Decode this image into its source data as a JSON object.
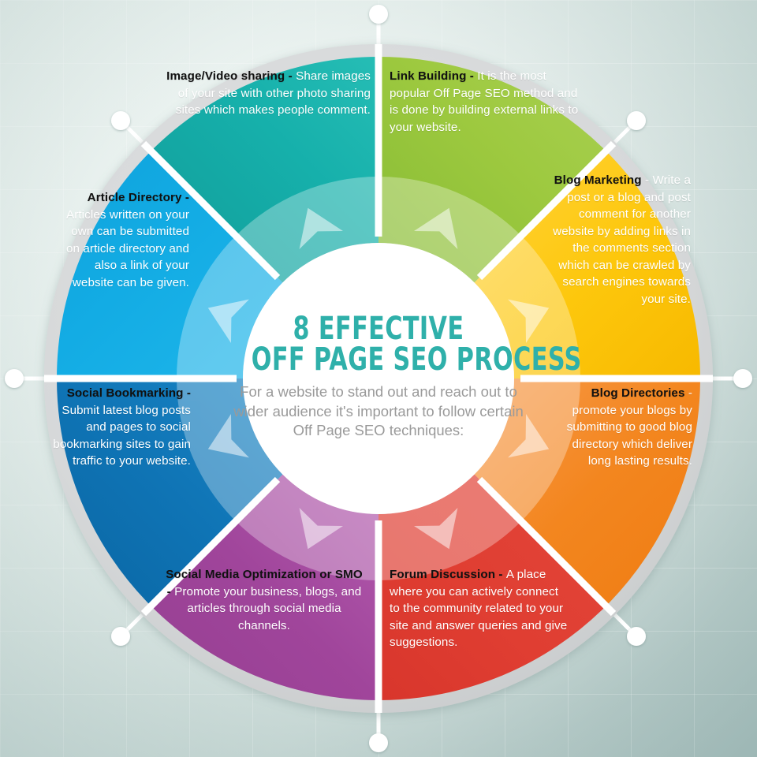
{
  "center": {
    "title_line1": "8 EFFECTIVE",
    "title_line2": "OFF PAGE SEO PROCESS",
    "subtitle": "For a website to stand out and reach out to wider audience it's important to follow certain Off Page SEO techniques:"
  },
  "colors": {
    "teal": "#16b0ab",
    "green": "#9dc93f",
    "yellow": "#fdc70c",
    "orange": "#f3861f",
    "red": "#e03e32",
    "purple": "#a0459b",
    "blue_dark": "#0f74b5",
    "blue_light": "#13ace4",
    "accent_title": "#2fb0aa",
    "ring": "#d4d6d7",
    "divider": "#ffffff",
    "background": "#dfe9e6"
  },
  "segments": [
    {
      "id": "link-building",
      "title": "Link Building - ",
      "body": "It is the most popular Off Page SEO method and is done by building external links to your website.",
      "color": "#9dc93f"
    },
    {
      "id": "blog-marketing",
      "title": "Blog Marketing",
      "body": " - Write a post or a blog and post comment for another website by adding links in the comments section which can be crawled by search engines towards your site.",
      "color": "#fdc70c"
    },
    {
      "id": "blog-directories",
      "title": "Blog Directories",
      "body": " - promote your blogs by submitting to good blog directory which deliver long lasting results.",
      "color": "#f3861f"
    },
    {
      "id": "forum-discussion",
      "title": "Forum Discussion - ",
      "body": "A place where you can actively connect to the community related to your site and answer queries and give suggestions.",
      "color": "#e03e32"
    },
    {
      "id": "social-media-optimization",
      "title": "Social Media Optimization or SMO - ",
      "body": "Promote your business, blogs, and articles through social media channels.",
      "color": "#a0459b"
    },
    {
      "id": "social-bookmarking",
      "title": "Social Bookmarking - ",
      "body": "Submit latest blog posts and pages to social bookmarking sites to gain traffic to your website.",
      "color": "#0f74b5"
    },
    {
      "id": "article-directory",
      "title": "Article Directory - ",
      "body": "Articles written on your own can be submitted on article directory and also a link of your website can be given.",
      "color": "#13ace4"
    },
    {
      "id": "image-video-sharing",
      "title": "Image/Video sharing - ",
      "body": "Share images of your site with other photo sharing sites which makes people comment.",
      "color": "#16b0ab"
    }
  ]
}
